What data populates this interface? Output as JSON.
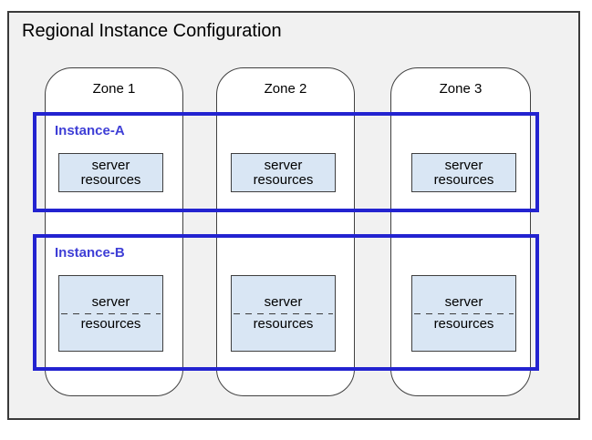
{
  "title": "Regional Instance Configuration",
  "zones": [
    {
      "label": "Zone 1"
    },
    {
      "label": "Zone 2"
    },
    {
      "label": "Zone 3"
    }
  ],
  "instances": [
    {
      "label": "Instance-A",
      "server_box_style": "solid"
    },
    {
      "label": "Instance-B",
      "server_box_style": "dashed-split"
    }
  ],
  "server_box": {
    "line1": "server",
    "line2": "resources"
  },
  "colors": {
    "region_background": "#f1f1f1",
    "region_border": "#3a3a3a",
    "zone_background": "#ffffff",
    "zone_border": "#404040",
    "instance_border": "#2323d0",
    "instance_label": "#3e3ed6",
    "server_box_background": "#d9e6f4",
    "server_box_border": "#3f3f3f",
    "text": "#000000"
  }
}
